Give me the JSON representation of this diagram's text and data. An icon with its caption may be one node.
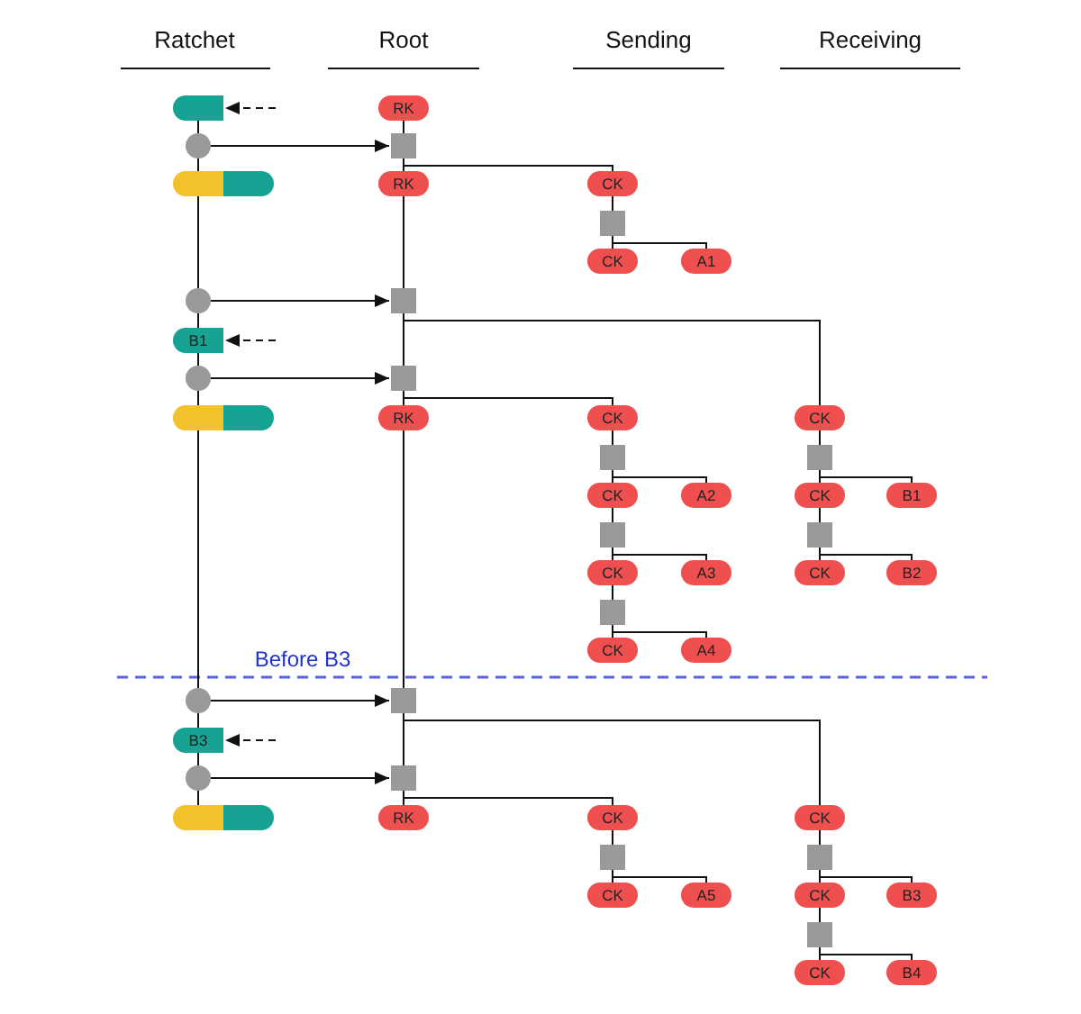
{
  "diagram": {
    "nodes": [
      {
        "text": [],
        "shape": "pill"
      },
      {
        "text": [],
        "shape": "circle"
      },
      {
        "text": [],
        "shape": "pill"
      },
      {
        "text": [],
        "shape": "circle"
      },
      {
        "text": [
          "B1"
        ]
      },
      {
        "text": [],
        "shape": "circle"
      },
      {
        "text": [],
        "shape": "pill"
      },
      {
        "text": [],
        "shape": "circle"
      },
      {
        "text": [
          "B3"
        ]
      },
      {
        "text": [],
        "shape": "circle"
      },
      {
        "text": [],
        "shape": "pill"
      },
      {
        "text": [
          "RK"
        ]
      },
      {
        "text": [],
        "shape": "box"
      },
      {
        "text": [
          "RK"
        ]
      },
      {
        "text": [],
        "shape": "box"
      },
      {
        "text": [],
        "shape": "box"
      },
      {
        "text": [
          "RK"
        ]
      },
      {
        "text": [],
        "shape": "box"
      },
      {
        "text": [],
        "shape": "box"
      },
      {
        "text": [
          "RK"
        ]
      },
      {
        "text": [
          "CK"
        ]
      },
      {
        "text": [],
        "shape": "box"
      },
      {
        "text": [
          "CK"
        ]
      },
      {
        "text": [
          "A1"
        ]
      },
      {
        "text": [
          "CK"
        ]
      },
      {
        "text": [],
        "shape": "box"
      },
      {
        "text": [
          "CK"
        ]
      },
      {
        "text": [
          "B1"
        ]
      },
      {
        "text": [],
        "shape": "box"
      },
      {
        "text": [
          "CK"
        ]
      },
      {
        "text": [
          "B2"
        ]
      },
      {
        "text": [
          "CK"
        ]
      },
      {
        "text": [],
        "shape": "box"
      },
      {
        "text": [
          "CK"
        ]
      },
      {
        "text": [
          "A2"
        ]
      },
      {
        "text": [],
        "shape": "box"
      },
      {
        "text": [
          "CK"
        ]
      },
      {
        "text": [
          "A3"
        ]
      },
      {
        "text": [],
        "shape": "box"
      },
      {
        "text": [
          "CK"
        ]
      },
      {
        "text": [
          "A4"
        ]
      },
      {
        "text": [
          "CK"
        ]
      },
      {
        "text": [],
        "shape": "box"
      },
      {
        "text": [
          "CK"
        ]
      },
      {
        "text": [
          "B3"
        ]
      },
      {
        "text": [],
        "shape": "box"
      },
      {
        "text": [
          "CK"
        ]
      },
      {
        "text": [
          "B4"
        ]
      },
      {
        "text": [
          "CK"
        ]
      },
      {
        "text": [],
        "shape": "box"
      },
      {
        "text": [
          "CK"
        ]
      },
      {
        "text": [
          "A5"
        ]
      }
    ],
    "edges": [
      {
        "from": 0,
        "to": 1,
        "arrow": "none"
      },
      {
        "from": 1,
        "to": 2,
        "arrow": "none"
      },
      {
        "from": 2,
        "to": 3,
        "arrow": "none"
      },
      {
        "from": 3,
        "to": 4,
        "arrow": "none"
      },
      {
        "from": 4,
        "to": 5,
        "arrow": "none"
      },
      {
        "from": 5,
        "to": 6,
        "arrow": "none"
      },
      {
        "from": 6,
        "to": 7,
        "arrow": "none"
      },
      {
        "from": 7,
        "to": 8,
        "arrow": "none"
      },
      {
        "from": 8,
        "to": 9,
        "arrow": "none"
      },
      {
        "from": 9,
        "to": 10,
        "arrow": "none"
      },
      {
        "from": null,
        "to": 0,
        "arrow": "to",
        "style": "dashed"
      },
      {
        "from": null,
        "to": 4,
        "arrow": "to",
        "style": "dashed"
      },
      {
        "from": null,
        "to": 8,
        "arrow": "to",
        "style": "dashed"
      },
      {
        "from": 1,
        "to": 12,
        "arrow": "to"
      },
      {
        "from": 3,
        "to": 14,
        "arrow": "to"
      },
      {
        "from": 5,
        "to": 15,
        "arrow": "to"
      },
      {
        "from": 7,
        "to": 17,
        "arrow": "to"
      },
      {
        "from": 9,
        "to": 18,
        "arrow": "to"
      },
      {
        "from": 11,
        "to": 12,
        "arrow": "none"
      },
      {
        "from": 12,
        "to": 13,
        "arrow": "none"
      },
      {
        "from": 13,
        "to": 14,
        "arrow": "none"
      },
      {
        "from": 14,
        "to": 15,
        "arrow": "none"
      },
      {
        "from": 15,
        "to": 16,
        "arrow": "none"
      },
      {
        "from": 16,
        "to": 17,
        "arrow": "none"
      },
      {
        "from": 17,
        "to": 18,
        "arrow": "none"
      },
      {
        "from": 18,
        "to": 19,
        "arrow": "none"
      },
      {
        "from": 12,
        "to": 20,
        "arrow": "none"
      },
      {
        "from": 14,
        "to": 24,
        "arrow": "none"
      },
      {
        "from": 15,
        "to": 31,
        "arrow": "none"
      },
      {
        "from": 17,
        "to": 41,
        "arrow": "none"
      },
      {
        "from": 18,
        "to": 48,
        "arrow": "none"
      },
      {
        "from": 20,
        "to": 21,
        "arrow": "none"
      },
      {
        "from": 21,
        "to": 22,
        "arrow": "none"
      },
      {
        "from": 21,
        "to": 23,
        "arrow": "none"
      },
      {
        "from": 24,
        "to": 25,
        "arrow": "none"
      },
      {
        "from": 25,
        "to": 26,
        "arrow": "none"
      },
      {
        "from": 25,
        "to": 27,
        "arrow": "none"
      },
      {
        "from": 26,
        "to": 28,
        "arrow": "none"
      },
      {
        "from": 28,
        "to": 29,
        "arrow": "none"
      },
      {
        "from": 28,
        "to": 30,
        "arrow": "none"
      },
      {
        "from": 31,
        "to": 32,
        "arrow": "none"
      },
      {
        "from": 32,
        "to": 33,
        "arrow": "none"
      },
      {
        "from": 32,
        "to": 34,
        "arrow": "none"
      },
      {
        "from": 33,
        "to": 35,
        "arrow": "none"
      },
      {
        "from": 35,
        "to": 36,
        "arrow": "none"
      },
      {
        "from": 35,
        "to": 37,
        "arrow": "none"
      },
      {
        "from": 36,
        "to": 38,
        "arrow": "none"
      },
      {
        "from": 38,
        "to": 39,
        "arrow": "none"
      },
      {
        "from": 38,
        "to": 40,
        "arrow": "none"
      },
      {
        "from": 41,
        "to": 42,
        "arrow": "none"
      },
      {
        "from": 42,
        "to": 43,
        "arrow": "none"
      },
      {
        "from": 42,
        "to": 44,
        "arrow": "none"
      },
      {
        "from": 43,
        "to": 45,
        "arrow": "none"
      },
      {
        "from": 45,
        "to": 46,
        "arrow": "none"
      },
      {
        "from": 45,
        "to": 47,
        "arrow": "none"
      },
      {
        "from": 48,
        "to": 49,
        "arrow": "none"
      },
      {
        "from": 49,
        "to": 50,
        "arrow": "none"
      },
      {
        "from": 49,
        "to": 51,
        "arrow": "none"
      }
    ],
    "labels": [
      "Ratchet",
      "Root",
      "Sending",
      "Receiving",
      "Before B3"
    ]
  }
}
